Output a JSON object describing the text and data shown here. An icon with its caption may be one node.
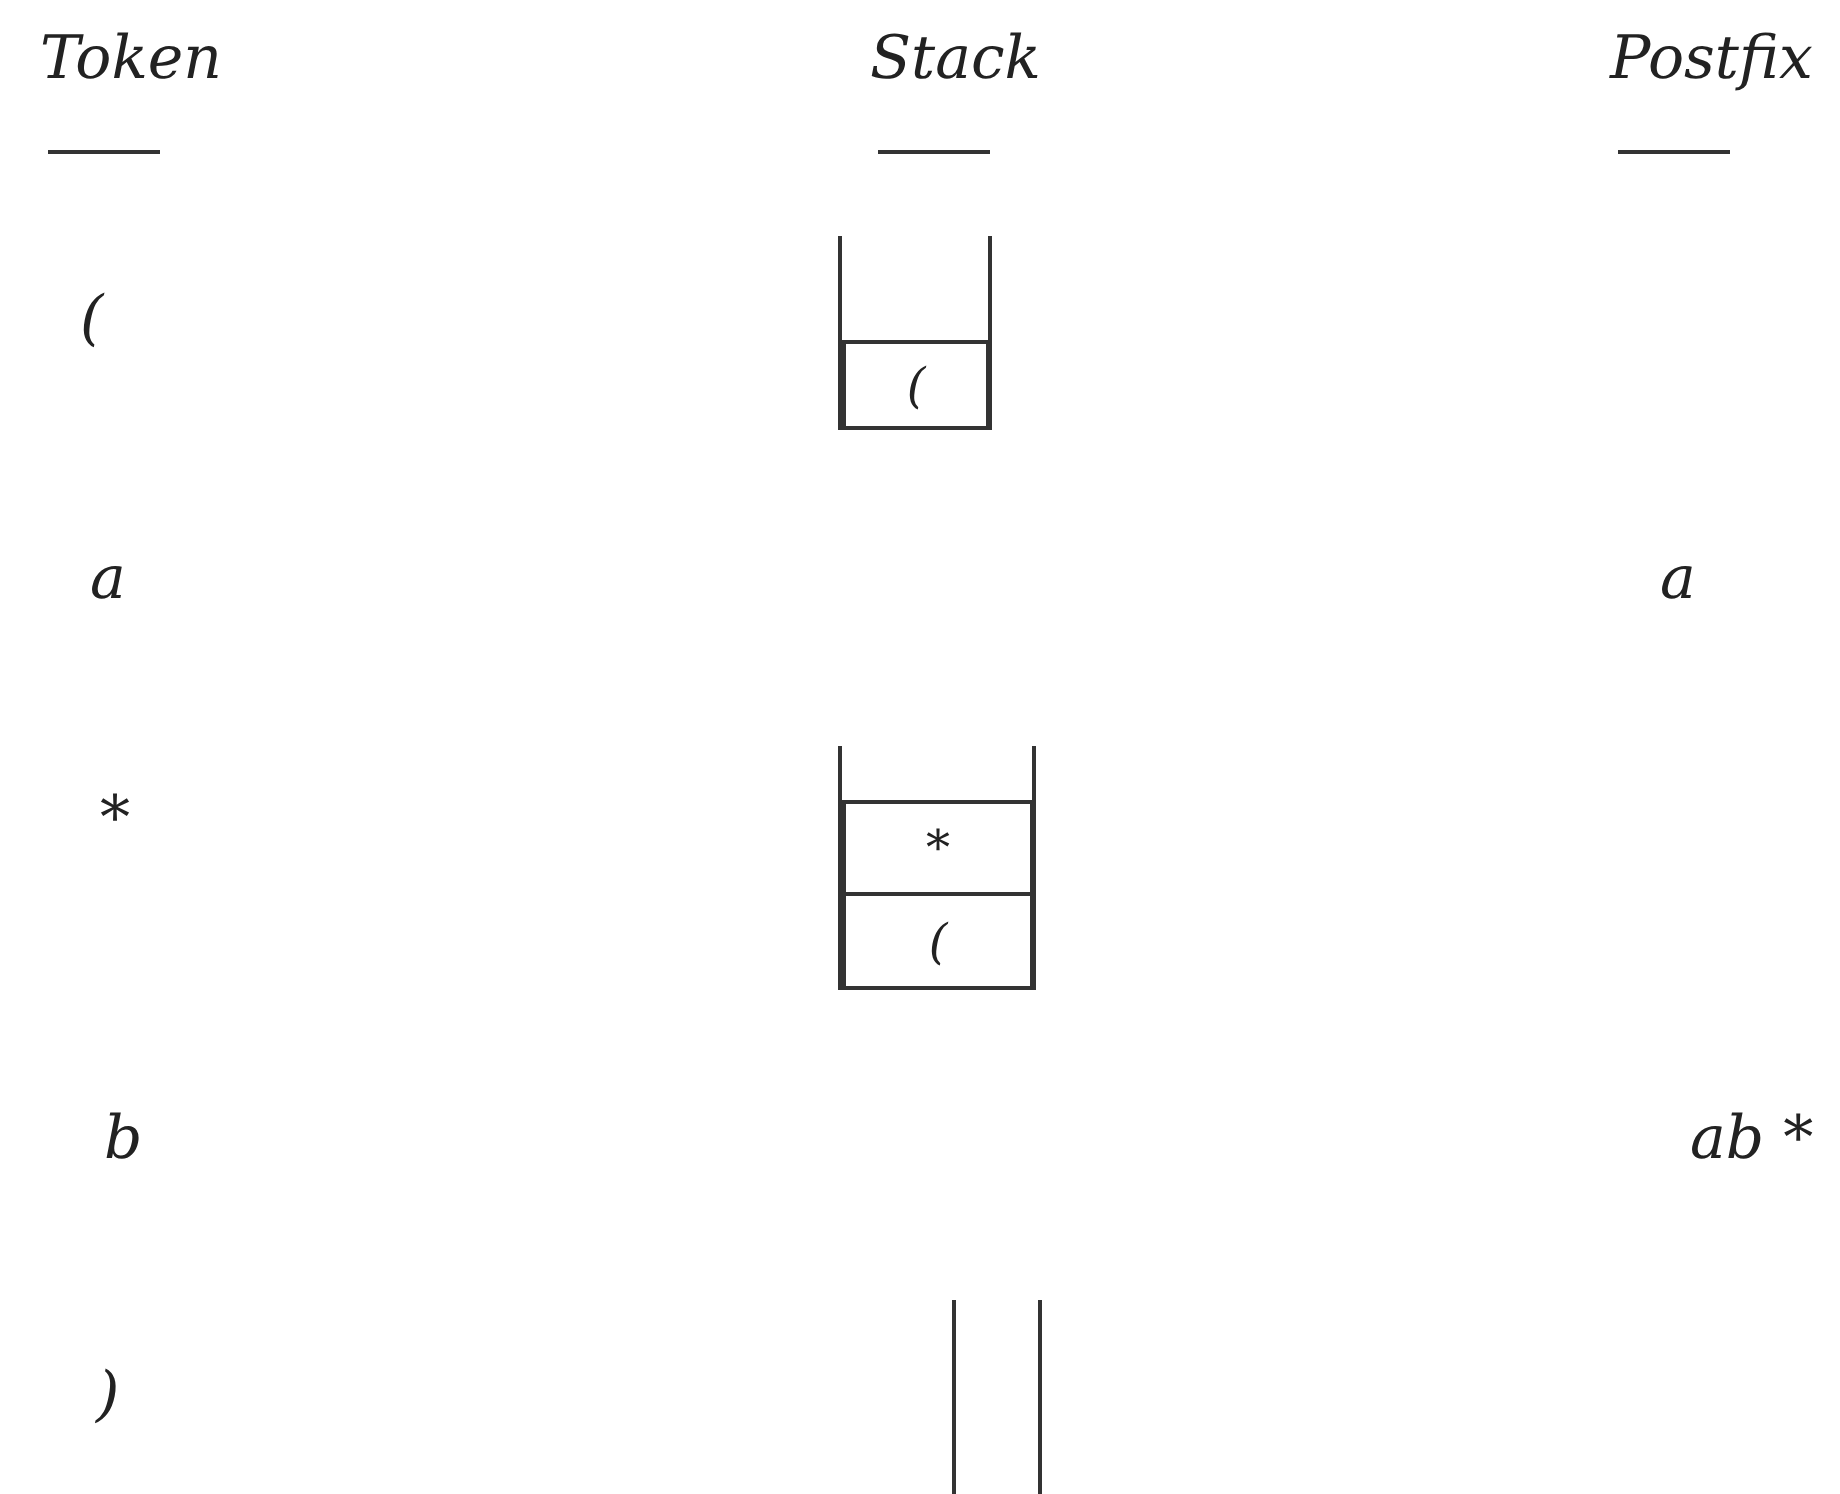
{
  "diagram": {
    "nodes": [
      {
        "text": [
          "("
        ]
      },
      {
        "text": [
          "*"
        ]
      },
      {
        "text": [
          "("
        ]
      }
    ],
    "labels": [
      "Token",
      "Stack",
      "Postfix",
      "(",
      "a",
      "a",
      "*",
      "b",
      "ab *",
      ")"
    ]
  }
}
